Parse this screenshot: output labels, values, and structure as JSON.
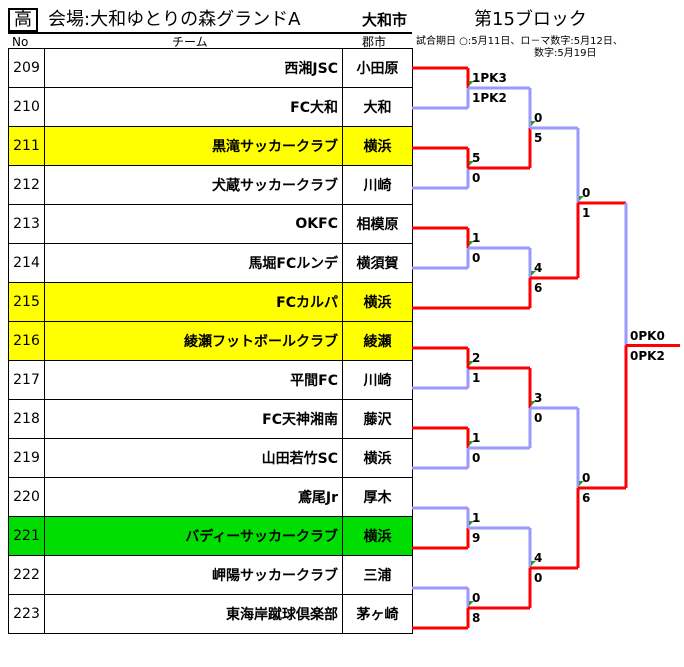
{
  "header": {
    "badge": "高",
    "venue": "会場:大和ゆとりの森グランドA",
    "city": "大和市",
    "block": "第15ブロック",
    "col_no": "No",
    "col_team": "チーム",
    "col_area": "郡市",
    "note_line1": "試合期日 ○:5月11日、ロ－マ数字:5月12日、",
    "note_line2": "数字:5月19日"
  },
  "colors": {
    "win_line": "#ff0000",
    "lose_line": "#9999ff",
    "highlight_yellow": "#ffff00",
    "highlight_green": "#00dd00"
  },
  "teams": [
    {
      "no": "209",
      "name": "西湘JSC",
      "area": "小田原",
      "highlight": ""
    },
    {
      "no": "210",
      "name": "FC大和",
      "area": "大和",
      "highlight": ""
    },
    {
      "no": "211",
      "name": "黒滝サッカークラブ",
      "area": "横浜",
      "highlight": "yellow"
    },
    {
      "no": "212",
      "name": "犬蔵サッカークラブ",
      "area": "川崎",
      "highlight": ""
    },
    {
      "no": "213",
      "name": "OKFC",
      "area": "相模原",
      "highlight": ""
    },
    {
      "no": "214",
      "name": "馬堀FCルンデ",
      "area": "横須賀",
      "highlight": ""
    },
    {
      "no": "215",
      "name": "FCカルパ",
      "area": "横浜",
      "highlight": "yellow"
    },
    {
      "no": "216",
      "name": "綾瀬フットボールクラブ",
      "area": "綾瀬",
      "highlight": "yellow"
    },
    {
      "no": "217",
      "name": "平間FC",
      "area": "川崎",
      "highlight": ""
    },
    {
      "no": "218",
      "name": "FC天神湘南",
      "area": "藤沢",
      "highlight": ""
    },
    {
      "no": "219",
      "name": "山田若竹SC",
      "area": "横浜",
      "highlight": ""
    },
    {
      "no": "220",
      "name": "鳶尾Jr",
      "area": "厚木",
      "highlight": ""
    },
    {
      "no": "221",
      "name": "バディーサッカークラブ",
      "area": "横浜",
      "highlight": "green"
    },
    {
      "no": "222",
      "name": "岬陽サッカークラブ",
      "area": "三浦",
      "highlight": ""
    },
    {
      "no": "223",
      "name": "東海岸蹴球倶楽部",
      "area": "茅ヶ崎",
      "highlight": ""
    }
  ],
  "scores": {
    "r1_m1_top": "1PK3",
    "r1_m1_bot": "1PK2",
    "r1_m2_top": "5",
    "r1_m2_bot": "0",
    "r1_m3_top": "1",
    "r1_m3_bot": "0",
    "r1_m4_top": "2",
    "r1_m4_bot": "1",
    "r1_m5_top": "1",
    "r1_m5_bot": "0",
    "r1_m6_top": "1",
    "r1_m6_bot": "9",
    "r1_m7_top": "0",
    "r1_m7_bot": "8",
    "r2_m1_top": "0",
    "r2_m1_bot": "5",
    "r2_m2_top": "4",
    "r2_m2_bot": "6",
    "r2_m3_top": "3",
    "r2_m3_bot": "0",
    "r2_m4_top": "4",
    "r2_m4_bot": "0",
    "r3_m1_top": "0",
    "r3_m1_bot": "1",
    "r3_m2_top": "0",
    "r3_m2_bot": "6",
    "final_top": "0PK0",
    "final_bot": "0PK2"
  }
}
